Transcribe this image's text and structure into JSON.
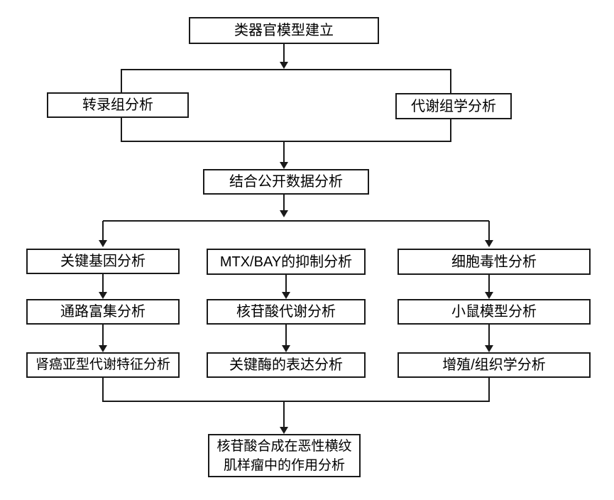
{
  "diagram": {
    "title_hint": "organoid-nucleotide-analysis-flowchart",
    "colors": {
      "background": "#ffffff",
      "line": "#1a1a1a",
      "box_fill": "#ffffff",
      "text": "#000000"
    },
    "nodes": {
      "organoid_model": {
        "label": "类器官模型建立"
      },
      "transcriptome": {
        "label": "转录组分析"
      },
      "metabolomics": {
        "label": "代谢组学分析"
      },
      "public_data": {
        "label": "结合公开数据分析"
      },
      "key_genes": {
        "label": "关键基因分析"
      },
      "pathway_enrichment": {
        "label": "通路富集分析"
      },
      "renal_subtype_metabolic": {
        "label": "肾癌亚型代谢特征分析"
      },
      "mtx_bay_inhibition": {
        "label": "MTX/BAY的抑制分析"
      },
      "nucleotide_metabolism": {
        "label": "核苷酸代谢分析"
      },
      "key_enzyme_expression": {
        "label": "关键酶的表达分析"
      },
      "cytotoxicity": {
        "label": "细胞毒性分析"
      },
      "mouse_model": {
        "label": "小鼠模型分析"
      },
      "proliferation_histology": {
        "label": "增殖/组织学分析"
      },
      "final_conclusion": {
        "line1": "核苷酸合成在恶性横纹",
        "line2": "肌样瘤中的作用分析"
      }
    }
  }
}
